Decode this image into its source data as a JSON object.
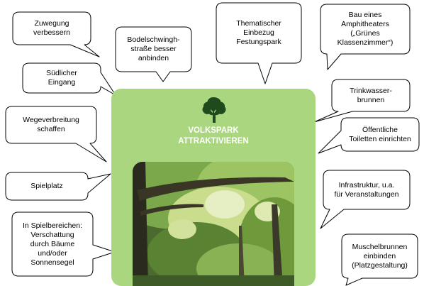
{
  "center": {
    "title": "VOLKSPARK\nATTRAKTIVIEREN",
    "icon": "tree-icon",
    "panel_color": "#a9d67f",
    "title_color": "#ffffff",
    "photo": "park-trees-photo"
  },
  "callouts": [
    {
      "id": "zuwegung",
      "text": "Zuwegung\nverbessern"
    },
    {
      "id": "bodelschwingh",
      "text": "Bodelschwingh-\nstraße besser\nanbinden"
    },
    {
      "id": "festungspark",
      "text": "Thematischer\nEinbezug\nFestungspark"
    },
    {
      "id": "amphitheater",
      "text": "Bau eines\nAmphitheaters\n(„Grünes\nKlassenzimmer“)"
    },
    {
      "id": "suedlicher-eingang",
      "text": "Südlicher\nEingang"
    },
    {
      "id": "trinkwasser",
      "text": "Trinkwasser-\nbrunnen"
    },
    {
      "id": "wegeverbreitung",
      "text": "Wegeverbreitung\nschaffen"
    },
    {
      "id": "toiletten",
      "text": "Öffentliche\nToiletten einrichten"
    },
    {
      "id": "spielplatz",
      "text": "Spielplatz"
    },
    {
      "id": "infrastruktur",
      "text": "Infrastruktur, u.a.\nfür Veranstaltungen"
    },
    {
      "id": "verschattung",
      "text": "In Spielbereichen:\nVerschattung\ndurch Bäume\nund/oder\nSonnensegel"
    },
    {
      "id": "muschelbrunnen",
      "text": "Muschelbrunnen\neinbinden\n(Platzgestaltung)"
    }
  ]
}
